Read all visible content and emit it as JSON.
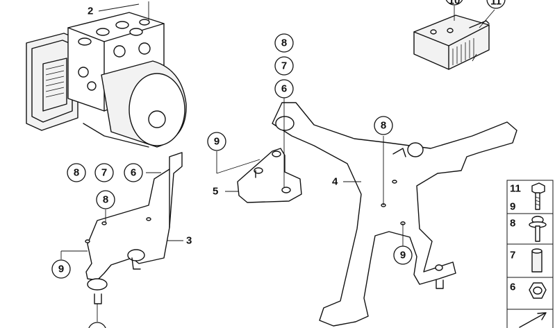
{
  "diagram": {
    "part_labels": {
      "abs_unit": "2",
      "bracket_left": "3",
      "bracket_main": "4",
      "bracket_small": "5",
      "sensor": "10",
      "sensor_screw": "11"
    },
    "callouts": {
      "c8_top": "8",
      "c7_top": "7",
      "c6_top": "6",
      "c9_small": "9",
      "c8_main": "8",
      "c9_main": "9",
      "c8_left_row": "8",
      "c7_left_row": "7",
      "c6_left_row": "6",
      "c8_left": "8",
      "c9_left": "9"
    },
    "legend": {
      "items": [
        {
          "label_a": "11",
          "label_b": "9",
          "part": "screw"
        },
        {
          "label_a": "8",
          "part": "bolt"
        },
        {
          "label_a": "7",
          "part": "sleeve"
        },
        {
          "label_a": "6",
          "part": "nut"
        }
      ]
    },
    "colors": {
      "line": "#111111",
      "fill": "#f2f2f2",
      "background": "#ffffff"
    }
  }
}
